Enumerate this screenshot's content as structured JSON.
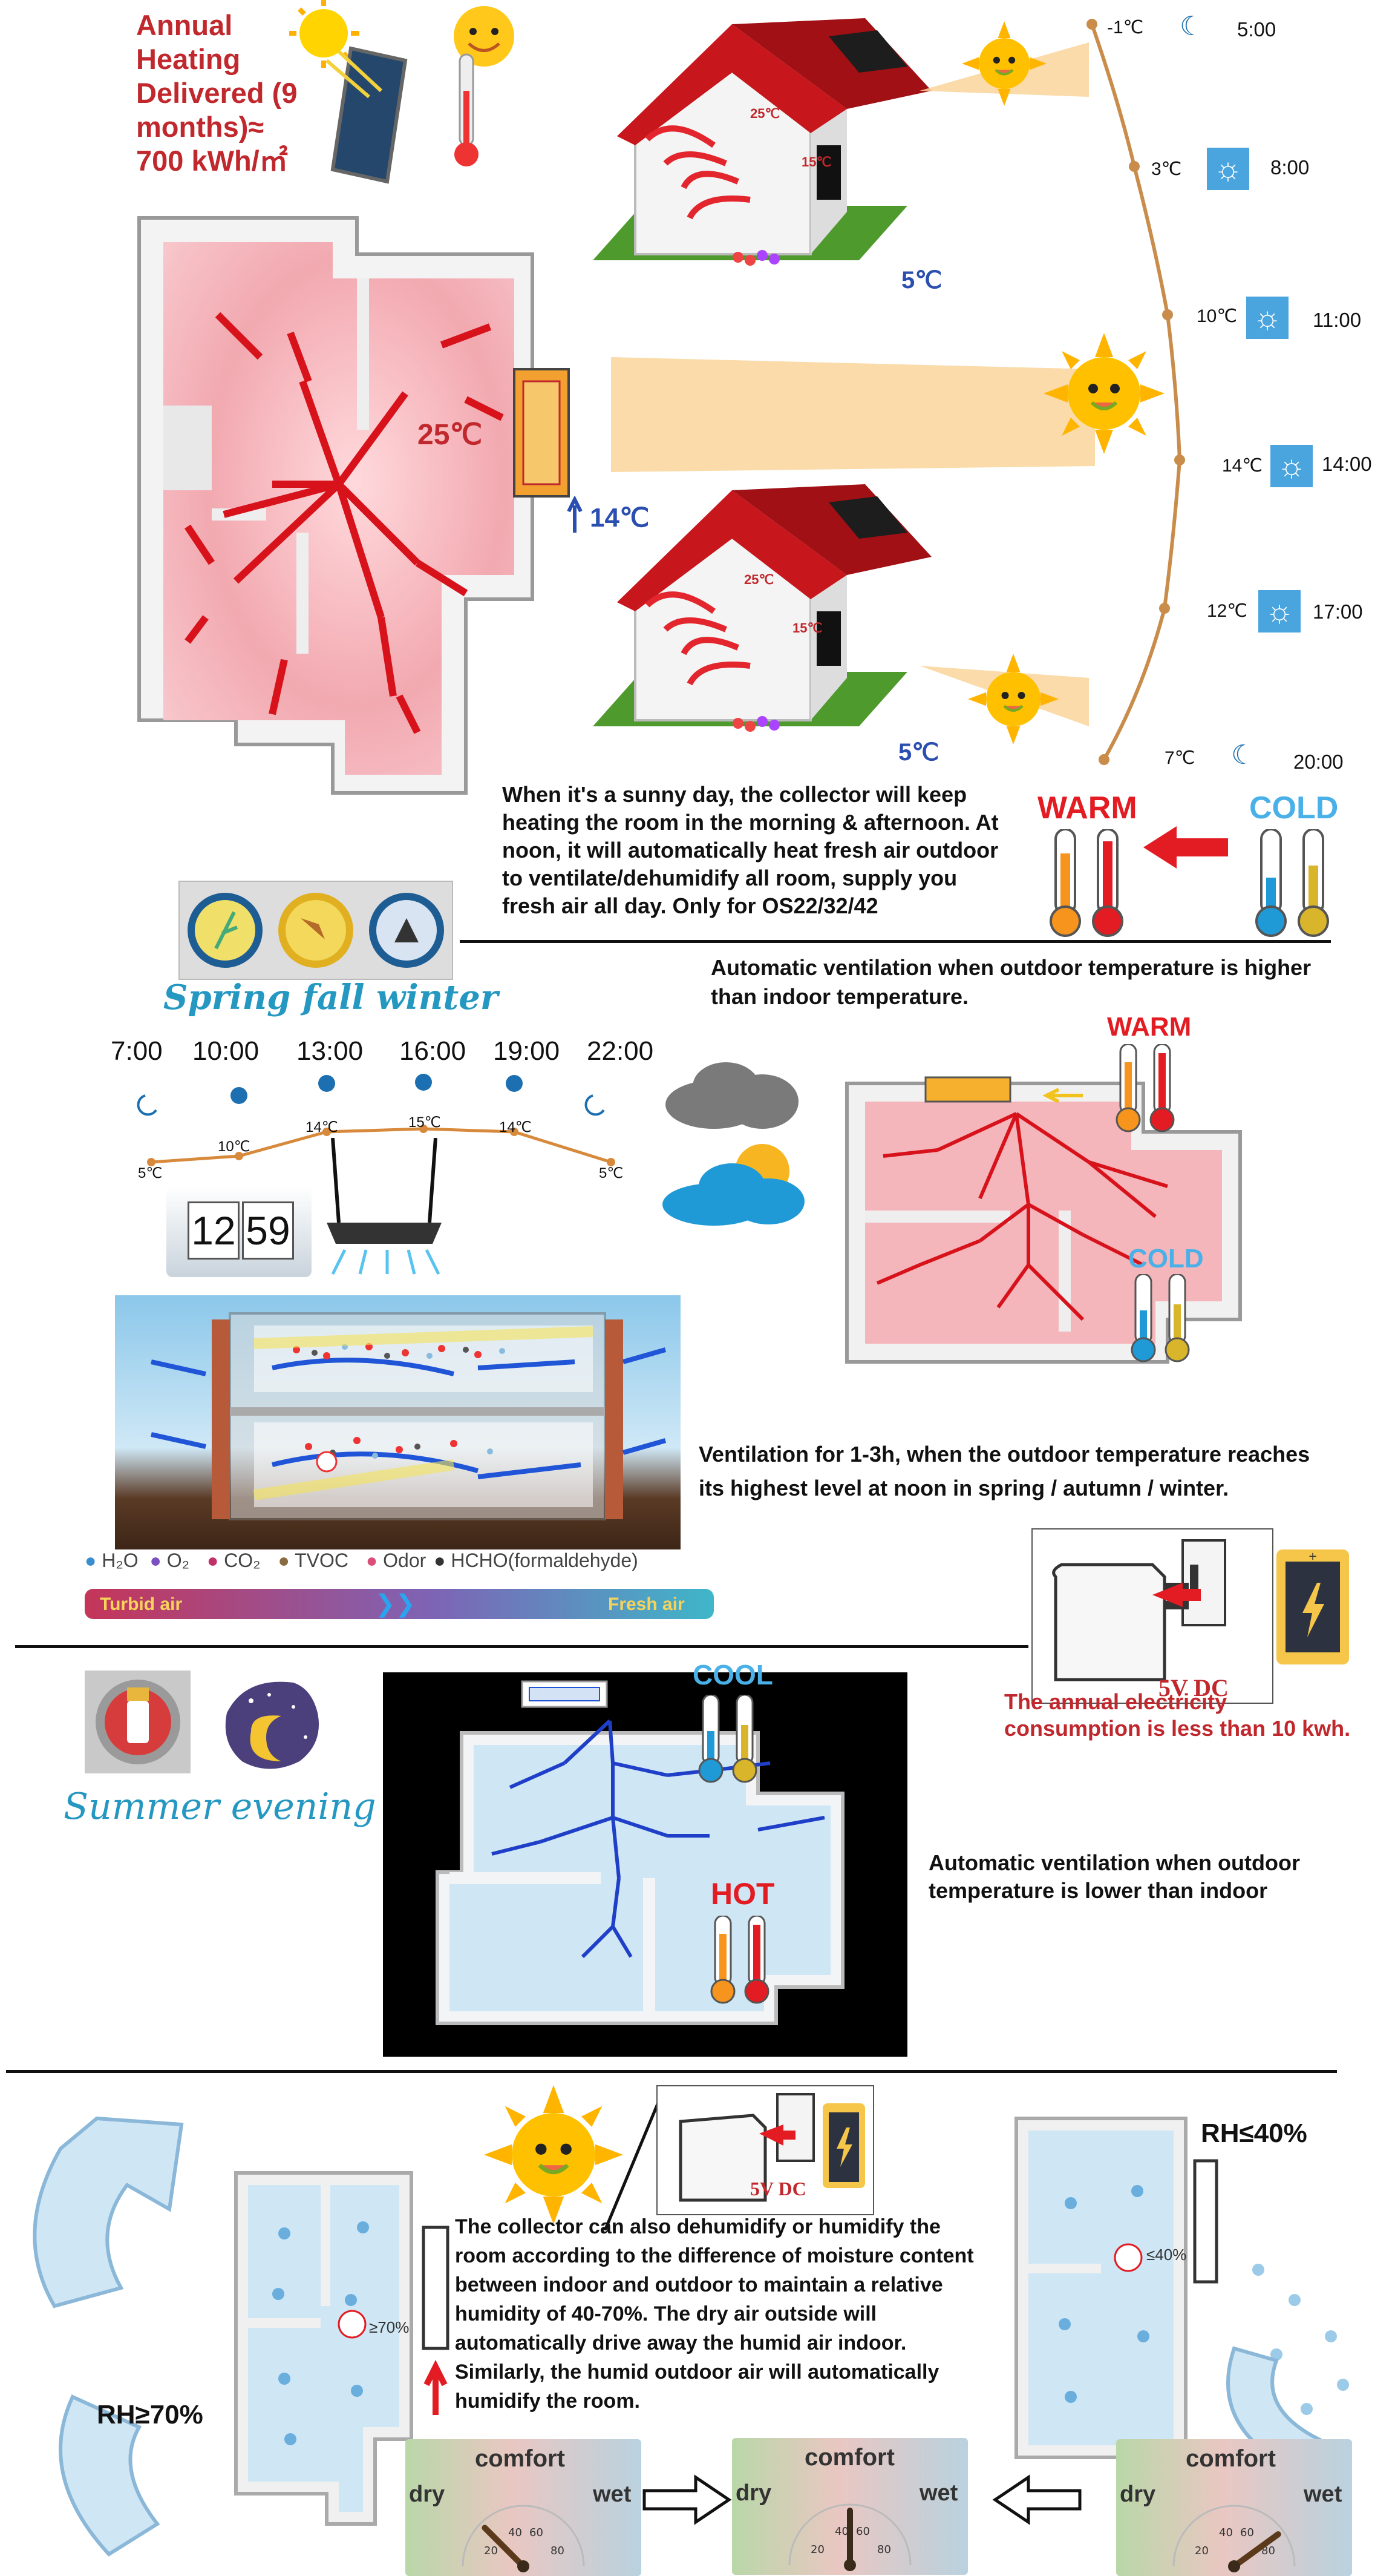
{
  "section1": {
    "heading": "Annual Heating Delivered (9 months)≈ 700 kWh/㎡",
    "heading_lines": [
      "Annual",
      "Heating",
      "Delivered (9",
      "months)≈",
      "700 kWh/㎡"
    ],
    "room_temp": "25℃",
    "inlet_temp": "14℃",
    "house_top_temps": [
      "25℃",
      "15℃"
    ],
    "house_top_outdoor": "5℃",
    "house_bottom_temps": [
      "25℃",
      "15℃"
    ],
    "house_bottom_outdoor": "5℃",
    "timeline": [
      {
        "temp": "-1℃",
        "time": "5:00",
        "icon": "moon-icon"
      },
      {
        "temp": "3℃",
        "time": "8:00",
        "icon": "sun-icon"
      },
      {
        "temp": "10℃",
        "time": "11:00",
        "icon": "sun-icon"
      },
      {
        "temp": "14℃",
        "time": "14:00",
        "icon": "sun-icon"
      },
      {
        "temp": "12℃",
        "time": "17:00",
        "icon": "sun-icon"
      },
      {
        "temp": "7℃",
        "time": "20:00",
        "icon": "moon-icon"
      }
    ],
    "description": "When it's a sunny day, the collector will keep heating the room in the morning & afternoon. At noon, it will automatically heat fresh air outdoor to ventilate/dehumidify all room, supply you fresh air all day. Only for OS22/32/42",
    "description_lines": [
      "When it's a sunny day, the collector will keep",
      "heating the room in the morning & afternoon. At",
      "noon, it will automatically heat fresh air outdoor",
      "to ventilate/dehumidify all room, supply you",
      "fresh air all day. Only for OS22/32/42"
    ],
    "warm_label": "WARM",
    "cold_label": "COLD",
    "colors": {
      "red": "#c0282d",
      "blue": "#2b4fb0",
      "pink": "#f4b6bd",
      "roof": "#c8161d",
      "grass": "#4f9a2c"
    }
  },
  "section2": {
    "season_label": "Spring fall winter",
    "top_text_lines": [
      "Automatic ventilation when outdoor temperature is higher",
      "than indoor temperature."
    ],
    "times": [
      "7:00",
      "10:00",
      "13:00",
      "16:00",
      "19:00",
      "22:00"
    ],
    "temps": [
      "5℃",
      "10℃",
      "14℃",
      "15℃",
      "14℃",
      "5℃"
    ],
    "clock_hour": "12",
    "clock_minute": "59",
    "warm_label": "WARM",
    "cold_label": "COLD",
    "middle_text_lines": [
      "Ventilation for 1-3h, when the outdoor temperature reaches",
      "its highest level at noon in spring / autumn  / winter."
    ],
    "legend_items": [
      "H₂O",
      "O₂",
      "CO₂",
      "TVOC",
      "Odor",
      "HCHO(formaldehyde)"
    ],
    "turbid_label": "Turbid air",
    "fresh_label": "Fresh air",
    "power_label": "5V DC",
    "consumption_lines": [
      "The annual electricity",
      "consumption is less than 10 kwh."
    ]
  },
  "section3": {
    "season_label": "Summer evening",
    "cool_label": "COOL",
    "hot_label": "HOT",
    "text_lines": [
      "Automatic ventilation when outdoor",
      "temperature is lower than indoor"
    ]
  },
  "section4": {
    "rh_high": "RH≥70%",
    "rh_low": "RH≤40%",
    "badge_high": "≥70%",
    "badge_low": "≤40%",
    "power_label": "5V DC",
    "text_lines": [
      "The collector can also dehumidify or humidify the",
      "room according to the difference of moisture content",
      "between indoor and outdoor to maintain a relative",
      "humidity of 40-70%. The dry air outside will",
      "automatically drive away the humid air indoor.",
      "Similarly, the humid outdoor air will automatically",
      "humidify the room."
    ],
    "gauges": [
      {
        "title": "comfort",
        "left": "dry",
        "right": "wet",
        "ticks": [
          "20",
          "40",
          "60",
          "80"
        ],
        "needle": 0.25
      },
      {
        "title": "comfort",
        "left": "dry",
        "right": "wet",
        "ticks": [
          "20",
          "40",
          "60",
          "80"
        ],
        "needle": 0.5
      },
      {
        "title": "comfort",
        "left": "dry",
        "right": "wet",
        "ticks": [
          "20",
          "40",
          "60",
          "80"
        ],
        "needle": 0.8
      }
    ]
  }
}
